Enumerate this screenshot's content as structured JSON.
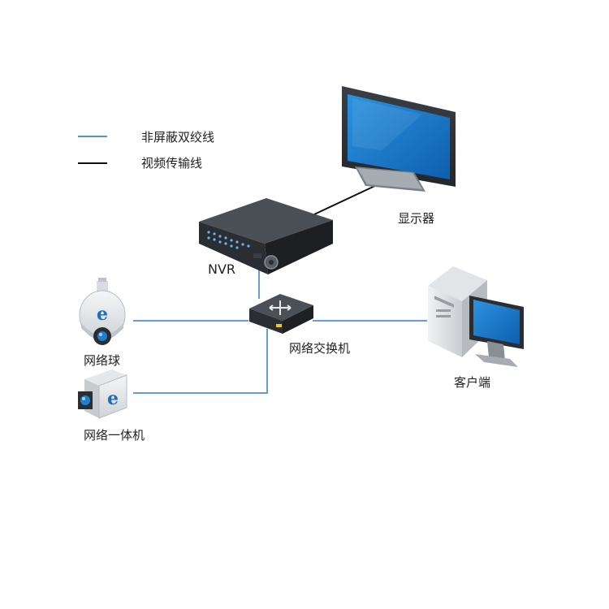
{
  "legend": {
    "items": [
      {
        "label": "非屏蔽双绞线",
        "color": "#5b8fd0"
      },
      {
        "label": "视频传输线",
        "color": "#111111"
      }
    ]
  },
  "nodes": {
    "monitor": {
      "label": "显示器"
    },
    "nvr": {
      "label": "NVR"
    },
    "switch": {
      "label": "网络交换机"
    },
    "dome_camera": {
      "label": "网络球"
    },
    "box_camera": {
      "label": "网络一体机"
    },
    "client": {
      "label": "客户端"
    }
  },
  "colors": {
    "twisted_pair": "#5b8fd0",
    "video_line": "#111111",
    "screen_blue": "#1e7fd0",
    "device_dark": "#2b2e33"
  }
}
